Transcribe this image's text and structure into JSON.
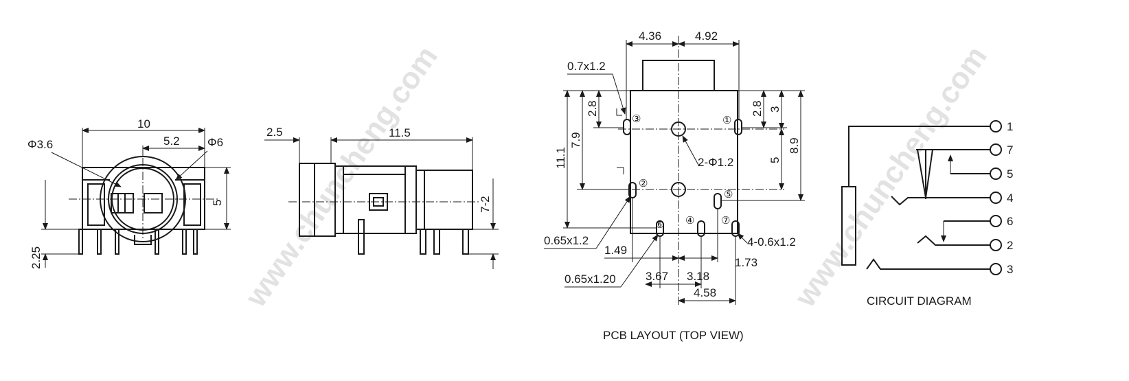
{
  "watermark": "www.chuncheng.com",
  "front": {
    "w": "10",
    "half": "5.2",
    "d_in": "Φ3.6",
    "d_out": "Φ6",
    "h": "5",
    "foot": "2.25"
  },
  "side": {
    "lead": "2.5",
    "len": "11.5",
    "pin": "7-2"
  },
  "pcb": {
    "caption": "PCB LAYOUT (TOP VIEW)",
    "top_left": "4.36",
    "top_right": "4.92",
    "slot_top": "0.7x1.2",
    "l28": "2.8",
    "l79": "7.9",
    "l111": "11.1",
    "r28": "2.8",
    "r3": "3",
    "r5": "5",
    "r89": "8.9",
    "holes": "2-Φ1.2",
    "slot_a": "0.65x1.2",
    "slot_b": "0.65x1.20",
    "slot_c": "4-0.6x1.2",
    "b149": "1.49",
    "b173": "1.73",
    "b367": "3.67",
    "b318": "3.18",
    "b458": "4.58",
    "pins": [
      "①",
      "②",
      "③",
      "④",
      "⑤",
      "⑥",
      "⑦"
    ]
  },
  "circuit": {
    "caption": "CIRCUIT DIAGRAM",
    "pins": [
      "1",
      "7",
      "5",
      "4",
      "6",
      "2",
      "3"
    ]
  }
}
